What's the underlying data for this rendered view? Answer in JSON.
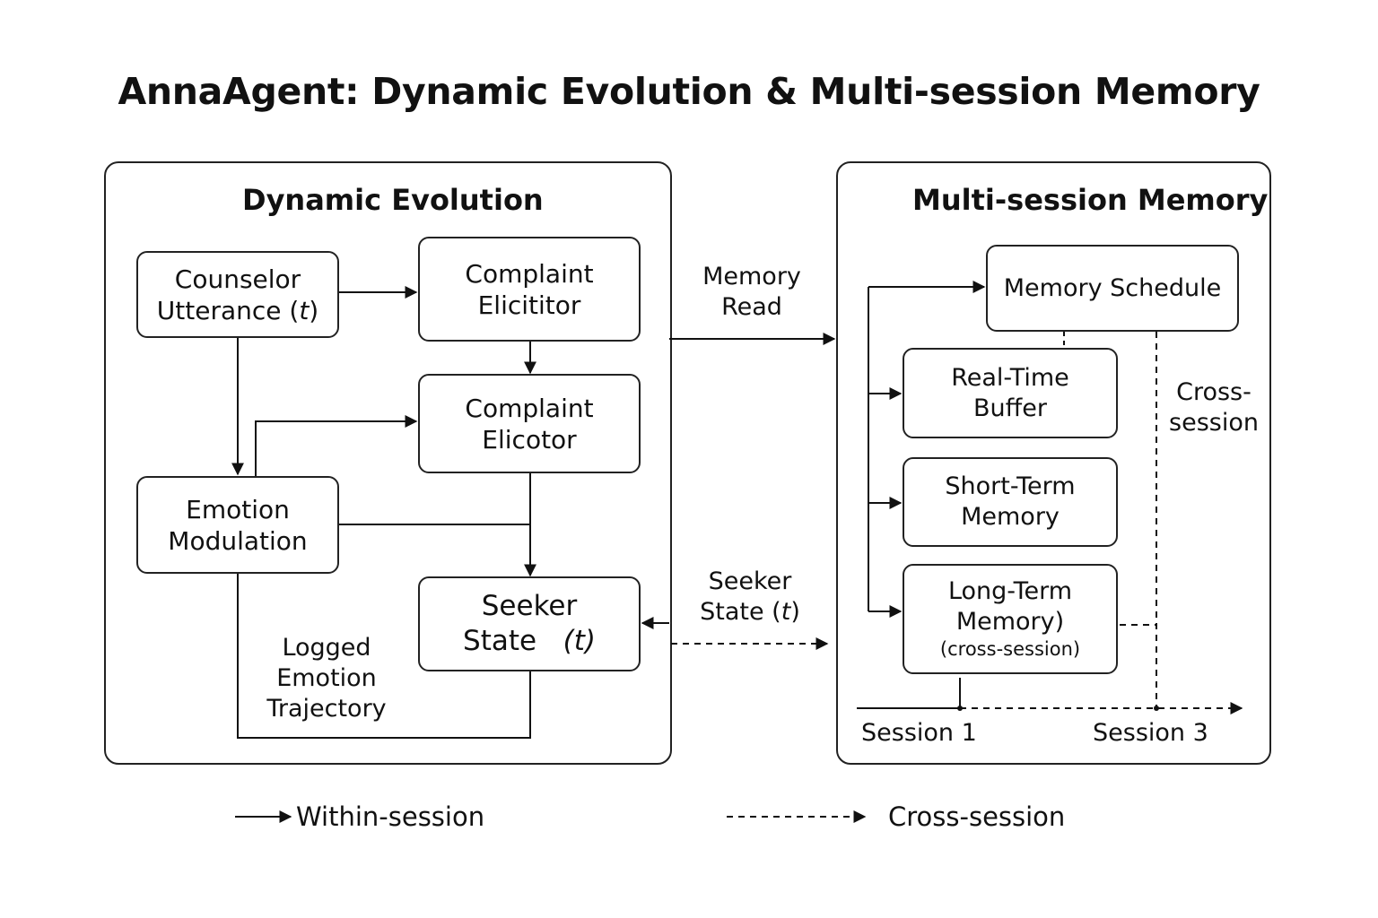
{
  "title": "AnnaAgent: Dynamic Evolution & Multi-session Memory",
  "left_panel": {
    "title": "Dynamic Evolution",
    "nodes": {
      "counselor": {
        "line1": "Counselor",
        "line2": "Utterance (",
        "var": "t",
        "close": ")"
      },
      "complaint_elicititor": {
        "line1": "Complaint",
        "line2": "Elicititor"
      },
      "complaint_elicotor": {
        "line1": "Complaint",
        "line2": "Elicotor"
      },
      "emotion": {
        "line1": "Emotion",
        "line2": "Modulation"
      },
      "seeker": {
        "line1": "Seeker",
        "line2": "State",
        "var": "(t)"
      }
    },
    "trajectory_label": {
      "line1": "Logged",
      "line2": "Emotion",
      "line3": "Trajectory"
    }
  },
  "connectors": {
    "memory_read": {
      "line1": "Memory",
      "line2": "Read"
    },
    "seeker_state": {
      "line1": "Seeker",
      "line2": "State (",
      "var": "t",
      "close": ")"
    }
  },
  "right_panel": {
    "title": "Multi-session Memory",
    "nodes": {
      "schedule": {
        "label": "Memory Schedule"
      },
      "realtime": {
        "line1": "Real-Time",
        "line2": "Buffer"
      },
      "shortterm": {
        "line1": "Short-Term",
        "line2": "Memory"
      },
      "longterm": {
        "line1": "Long-Term",
        "line2": "Memory)",
        "sub": "(cross-session)"
      }
    },
    "cross_session_label": {
      "line1": "Cross-",
      "line2": "session"
    },
    "timeline": {
      "session_a": "Session 1",
      "session_b": "Session 3"
    }
  },
  "legend": {
    "solid": "Within-session",
    "dashed": "Cross-session"
  }
}
